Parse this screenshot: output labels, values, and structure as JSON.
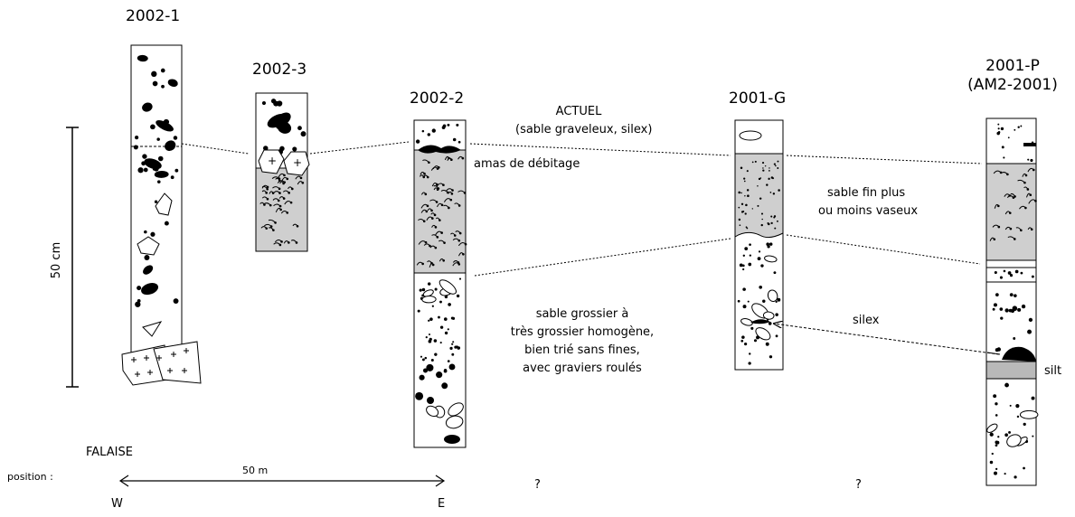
{
  "columns": [
    {
      "id": "2002-1",
      "title": "2002-1"
    },
    {
      "id": "2002-3",
      "title": "2002-3"
    },
    {
      "id": "2002-2",
      "title": "2002-2"
    },
    {
      "id": "2001-G",
      "title": "2001-G"
    },
    {
      "id": "2001-P",
      "title_line1": "2001-P",
      "title_line2": "(AM2-2001)"
    }
  ],
  "annotations": {
    "actuel_line1": "ACTUEL",
    "actuel_line2": "(sable graveleux, silex)",
    "amas": "amas de débitage",
    "sable_fin_line1": "sable fin plus",
    "sable_fin_line2": "ou moins vaseux",
    "grossier_line1": "sable grossier à",
    "grossier_line2": "très grossier homogène,",
    "grossier_line3": "bien trié sans fines,",
    "grossier_line4": "avec graviers roulés",
    "silex": "silex",
    "silt": "silt"
  },
  "scale": {
    "label": "50 cm"
  },
  "position": {
    "falaise": "FALAISE",
    "label": "position :",
    "distance": "50 m",
    "west": "W",
    "east": "E",
    "unknown_1": "?",
    "unknown_2": "?"
  },
  "colors": {
    "shaded_layer": "#cfcfcf",
    "silt_layer": "#b9b9b9",
    "ink": "#000000"
  }
}
